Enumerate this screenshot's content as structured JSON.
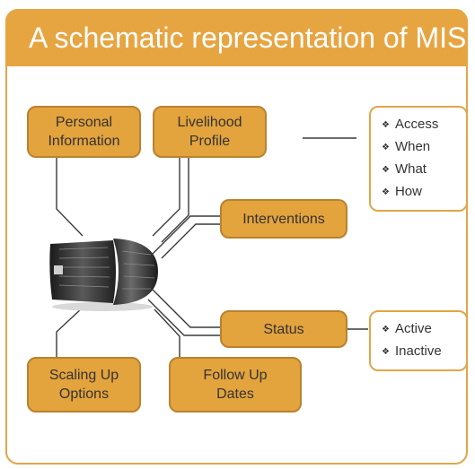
{
  "title": "A schematic representation of MIS",
  "nodes": {
    "personal_information": [
      "Personal",
      "Information"
    ],
    "livelihood_profile": [
      "Livelihood",
      "Profile"
    ],
    "interventions": "Interventions",
    "status": "Status",
    "scaling_up_options": [
      "Scaling Up",
      "Options"
    ],
    "follow_up_dates": [
      "Follow Up",
      "Dates"
    ]
  },
  "livelihood_details": [
    "Access",
    "When",
    "What",
    "How"
  ],
  "status_values": [
    "Active",
    "Inactive"
  ],
  "colors": {
    "accent": "#e7a542",
    "node_fill": "#e3a33d",
    "node_border": "#b9822f"
  },
  "icons": {
    "hub": "server-icon",
    "bullet": "diamond-bullet-icon"
  }
}
